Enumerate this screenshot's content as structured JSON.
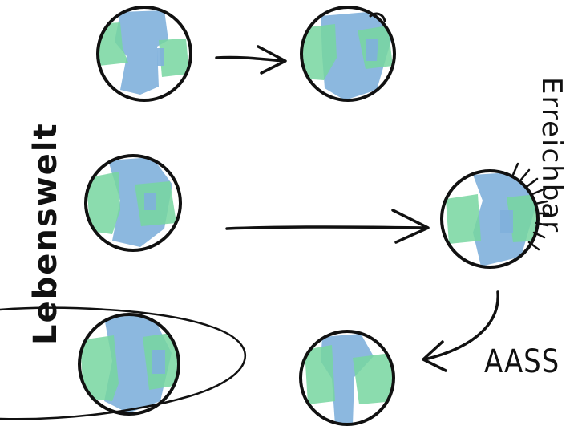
{
  "labels": {
    "left_vertical": "Lebenswelt",
    "right_vertical": "Erreichbar",
    "arrow_label": "AASS"
  },
  "colors": {
    "ocean": "#7fb0dc",
    "land": "#77d6a0",
    "stroke": "#111111"
  },
  "icons": [
    "globe-icon",
    "arrow-icon",
    "orbit-ellipse"
  ]
}
